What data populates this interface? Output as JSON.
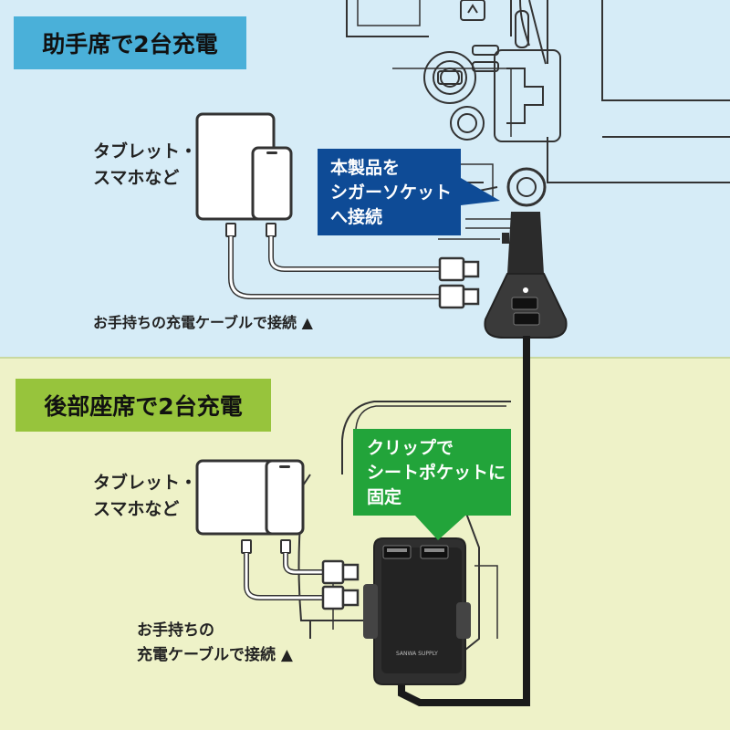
{
  "front_section": {
    "heading": "助手席で2台充電",
    "device_label": "タブレット・\nスマホなど",
    "cable_label": "お手持ちの充電ケーブルで接続 ▲",
    "callout": "本製品を\nシガーソケット\nへ接続"
  },
  "rear_section": {
    "heading": "後部座席で2台充電",
    "device_label": "タブレット・\nスマホなど",
    "cable_label": "お手持ちの\n充電ケーブルで接続 ▲",
    "callout": "クリップで\nシートポケットに\n固定"
  },
  "product_brand": "SANWA SUPPLY",
  "colors": {
    "top_bg": "#d6ecf7",
    "bottom_bg": "#eef2c8",
    "top_badge": "#4ab0d9",
    "bottom_badge": "#97c43c",
    "callout_blue": "#0e4b96",
    "callout_green": "#22a43a"
  }
}
